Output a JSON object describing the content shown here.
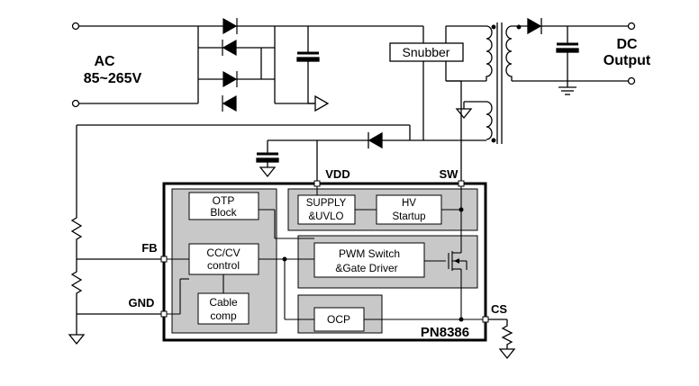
{
  "labels": {
    "ac": "AC",
    "ac_range": "85~265V",
    "dc": "DC",
    "output": "Output",
    "snubber": "Snubber",
    "vdd": "VDD",
    "sw": "SW",
    "fb": "FB",
    "gnd": "GND",
    "cs": "CS",
    "chip": "PN8386"
  },
  "blocks": {
    "otp_1": "OTP",
    "otp_2": "Block",
    "supply_1": "SUPPLY",
    "supply_2": "&UVLO",
    "hv_1": "HV",
    "hv_2": "Startup",
    "cccv_1": "CC/CV",
    "cccv_2": "control",
    "cable_1": "Cable",
    "cable_2": "comp",
    "pwm_1": "PWM Switch",
    "pwm_2": "&Gate Driver",
    "ocp": "OCP"
  },
  "colors": {
    "line": "#000000",
    "gray_region": "#c8c8c8",
    "block_fill": "#ffffff"
  }
}
